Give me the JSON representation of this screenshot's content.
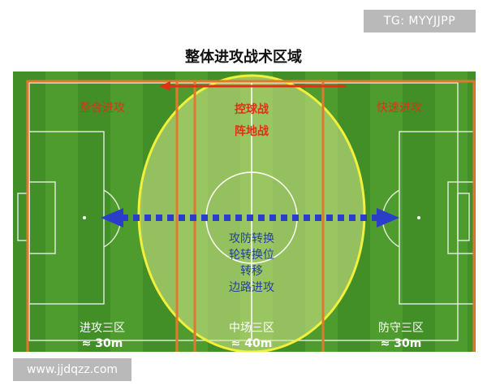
{
  "header": {
    "tg_label": "TG: MYYJJPP",
    "title": "整体进攻战术区域"
  },
  "zones": {
    "left_top_label": "整合进攻",
    "center_top_line1": "控球战",
    "center_top_line2": "阵地战",
    "right_top_label": "快速进攻",
    "center_tactics": [
      "攻防转换",
      "轮转换位",
      "转移",
      "边路进攻"
    ],
    "bottom": [
      {
        "name": "进攻三区",
        "size": "≈ 30m"
      },
      {
        "name": "中场三区",
        "size": "≈ 40m"
      },
      {
        "name": "防守三区",
        "size": "≈ 30m"
      }
    ]
  },
  "footer": {
    "watermark": "www.jjdqzz.com"
  },
  "colors": {
    "grass_light": "#4f9c2e",
    "grass_dark": "#3e8a22",
    "zone_line": "#e0782f",
    "oval_fill": "#d8ea8e",
    "oval_stroke": "#f2f03a",
    "arrow_blue": "#2b3ec9",
    "red_text": "#e03015",
    "tactic_blue": "#24409a"
  }
}
